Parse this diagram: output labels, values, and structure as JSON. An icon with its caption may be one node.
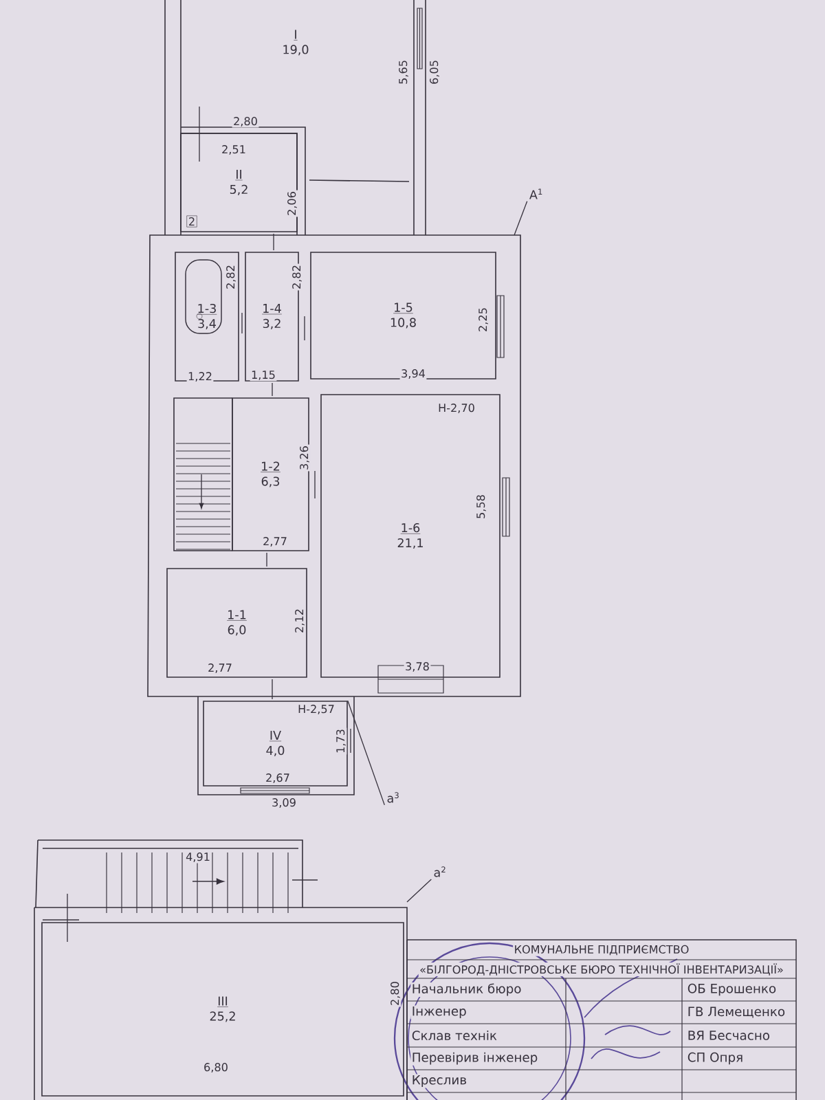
{
  "diagram": {
    "nodes": [
      {
        "text": [
          "I",
          "19,0"
        ]
      },
      {
        "text": [
          "II",
          "5,2"
        ]
      },
      {
        "text": [
          "1-3",
          "3,4"
        ]
      },
      {
        "text": [
          "1-4",
          "3,2"
        ]
      },
      {
        "text": [
          "1-5",
          "10,8"
        ]
      },
      {
        "text": [
          "1-2",
          "6,3"
        ]
      },
      {
        "text": [
          "1-6",
          "21,1"
        ]
      },
      {
        "text": [
          "1-1",
          "6,0"
        ]
      },
      {
        "text": [
          "IV",
          "4,0"
        ]
      },
      {
        "text": [
          "III",
          "25,2"
        ]
      },
      {
        "text": [
          "А$^{1}$"
        ]
      },
      {
        "text": [
          "а$^{3}$"
        ]
      },
      {
        "text": [
          "а$^{2}$"
        ]
      }
    ],
    "edges": [
      {
        "from": 10,
        "to": null,
        "arrow": "none"
      },
      {
        "from": 11,
        "to": 8,
        "arrow": "none"
      },
      {
        "from": 12,
        "to": null,
        "arrow": "none"
      }
    ],
    "labels": [
      "5,65",
      "6,05",
      "2,80",
      "2,51",
      "2",
      "2,06",
      "2,82",
      "2,82",
      "2,25",
      "1,22",
      "1,15",
      "3,94",
      "Н-2,70",
      "3,26",
      "2,77",
      "5,58",
      "2,12",
      "2,77",
      "3,78",
      "Н-2,57",
      "1,73",
      "2,67",
      "3,09",
      "4,91",
      "2,80",
      "6,80",
      "КОМУНАЛЬНЕ ПІДПРИЄМСТВО",
      "«БІЛГОРОД-ДНІСТРОВСЬКЕ БЮРО ТЕХНІЧНОЇ ІНВЕНТАРИЗАЦІЇ»",
      "Начальник бюро",
      "ОБ Ерошенко",
      "Інженер",
      "ГВ Лемещенко",
      "Склав технік",
      "ВЯ Бесчасно",
      "Перевірив інженер",
      "СП Опря",
      "Креслив"
    ]
  }
}
